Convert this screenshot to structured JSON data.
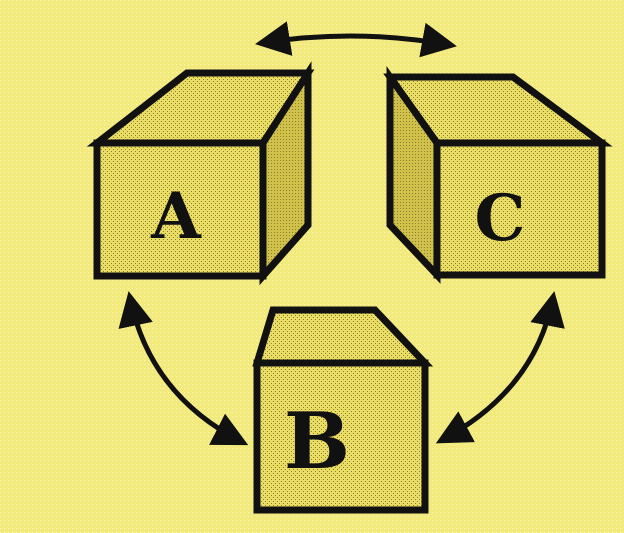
{
  "colors": {
    "background": "#f3ea7d",
    "box_face": "#e9dd66",
    "box_shade": "#cfc14a",
    "dot_pattern": "#8a7f2a",
    "outline": "#111111",
    "arrow": "#111111"
  },
  "boxes": {
    "a": {
      "label": "A"
    },
    "b": {
      "label": "B"
    },
    "c": {
      "label": "C"
    }
  },
  "arrows": [
    {
      "from": "A",
      "to": "C",
      "icon": "double-headed-arrow-icon"
    },
    {
      "from": "A",
      "to": "B",
      "icon": "double-headed-arrow-icon"
    },
    {
      "from": "C",
      "to": "B",
      "icon": "double-headed-arrow-icon"
    }
  ]
}
